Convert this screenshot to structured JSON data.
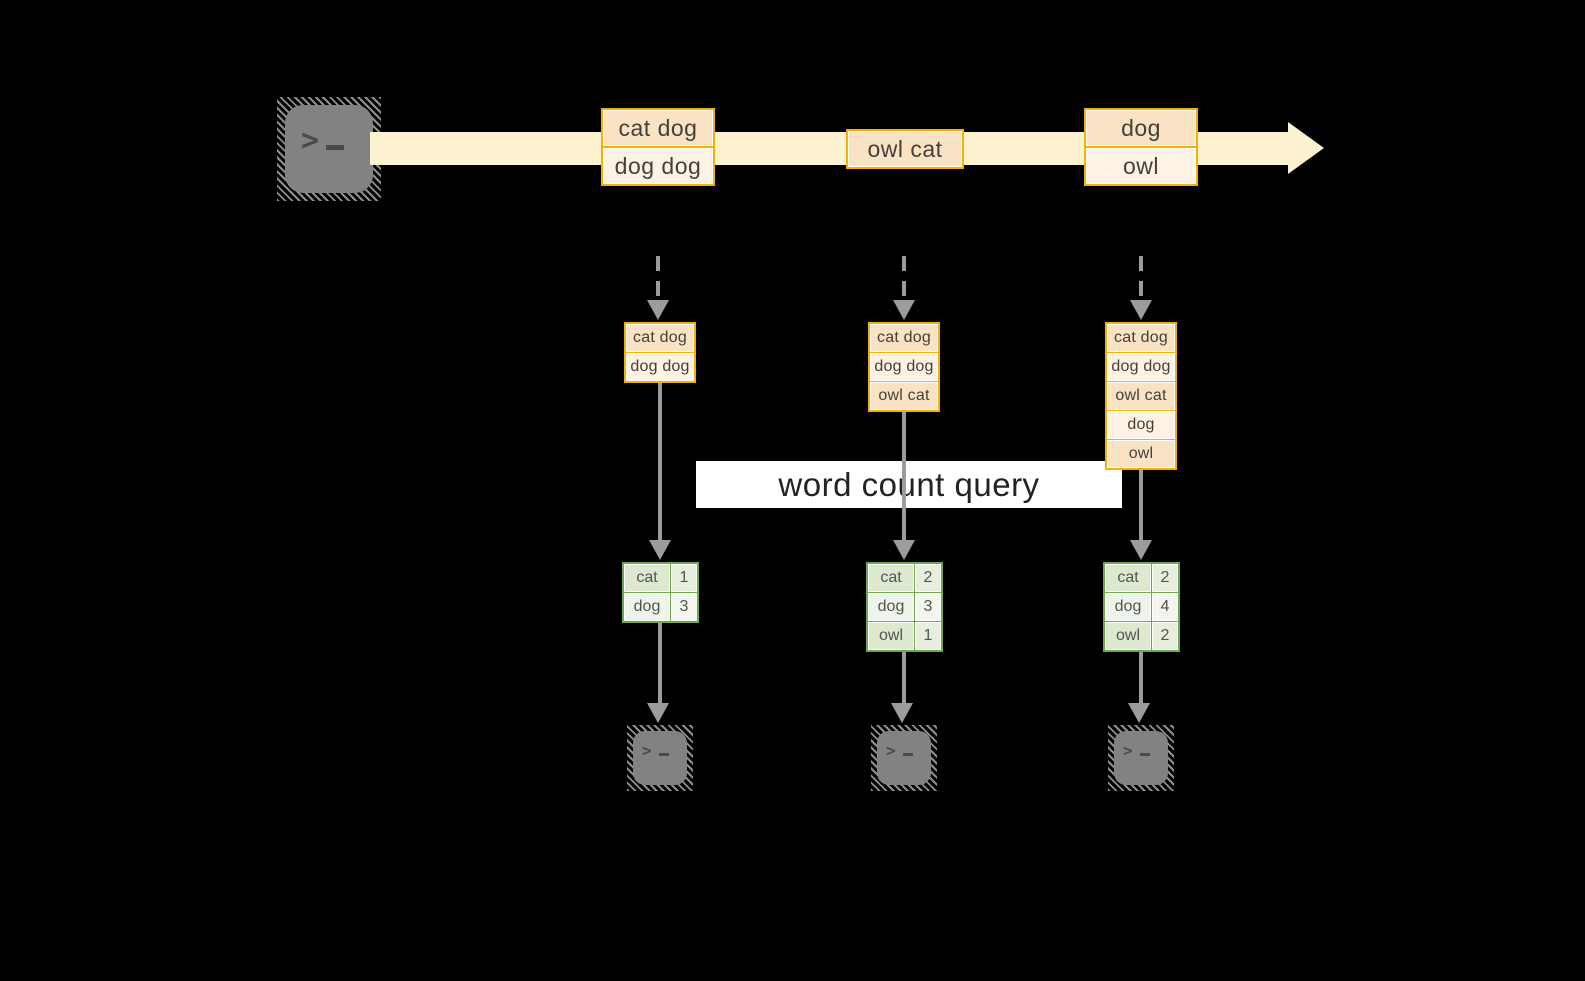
{
  "diagram": {
    "query_label": "word count query",
    "stream": {
      "events": [
        {
          "lines": [
            "cat dog",
            "dog dog"
          ]
        },
        {
          "lines": [
            "owl cat"
          ]
        },
        {
          "lines": [
            "dog",
            "owl"
          ]
        }
      ]
    },
    "columns": [
      {
        "buffer": [
          "cat dog",
          "dog dog"
        ],
        "counts": [
          {
            "word": "cat",
            "count": "1"
          },
          {
            "word": "dog",
            "count": "3"
          }
        ]
      },
      {
        "buffer": [
          "cat dog",
          "dog dog",
          "owl cat"
        ],
        "counts": [
          {
            "word": "cat",
            "count": "2"
          },
          {
            "word": "dog",
            "count": "3"
          },
          {
            "word": "owl",
            "count": "1"
          }
        ]
      },
      {
        "buffer": [
          "cat dog",
          "dog dog",
          "owl cat",
          "dog",
          "owl"
        ],
        "counts": [
          {
            "word": "cat",
            "count": "2"
          },
          {
            "word": "dog",
            "count": "4"
          },
          {
            "word": "owl",
            "count": "2"
          }
        ]
      }
    ],
    "icons": {
      "source_terminal": "terminal-icon",
      "sink_terminals": "terminal-icon",
      "prompt_chevron": ">"
    },
    "colors": {
      "background": "#000000",
      "stream_band": "#fcf2d0",
      "cell_peach": "#fae3c4",
      "cell_cream": "#fdf2e4",
      "orange_border": "#f2b104",
      "green_border": "#6fa84e",
      "green_cell_dark": "#dce8d0",
      "green_cell_light": "#eff4ea",
      "arrow_gray": "#9c9c9c",
      "query_box_bg": "#ffffff"
    }
  }
}
